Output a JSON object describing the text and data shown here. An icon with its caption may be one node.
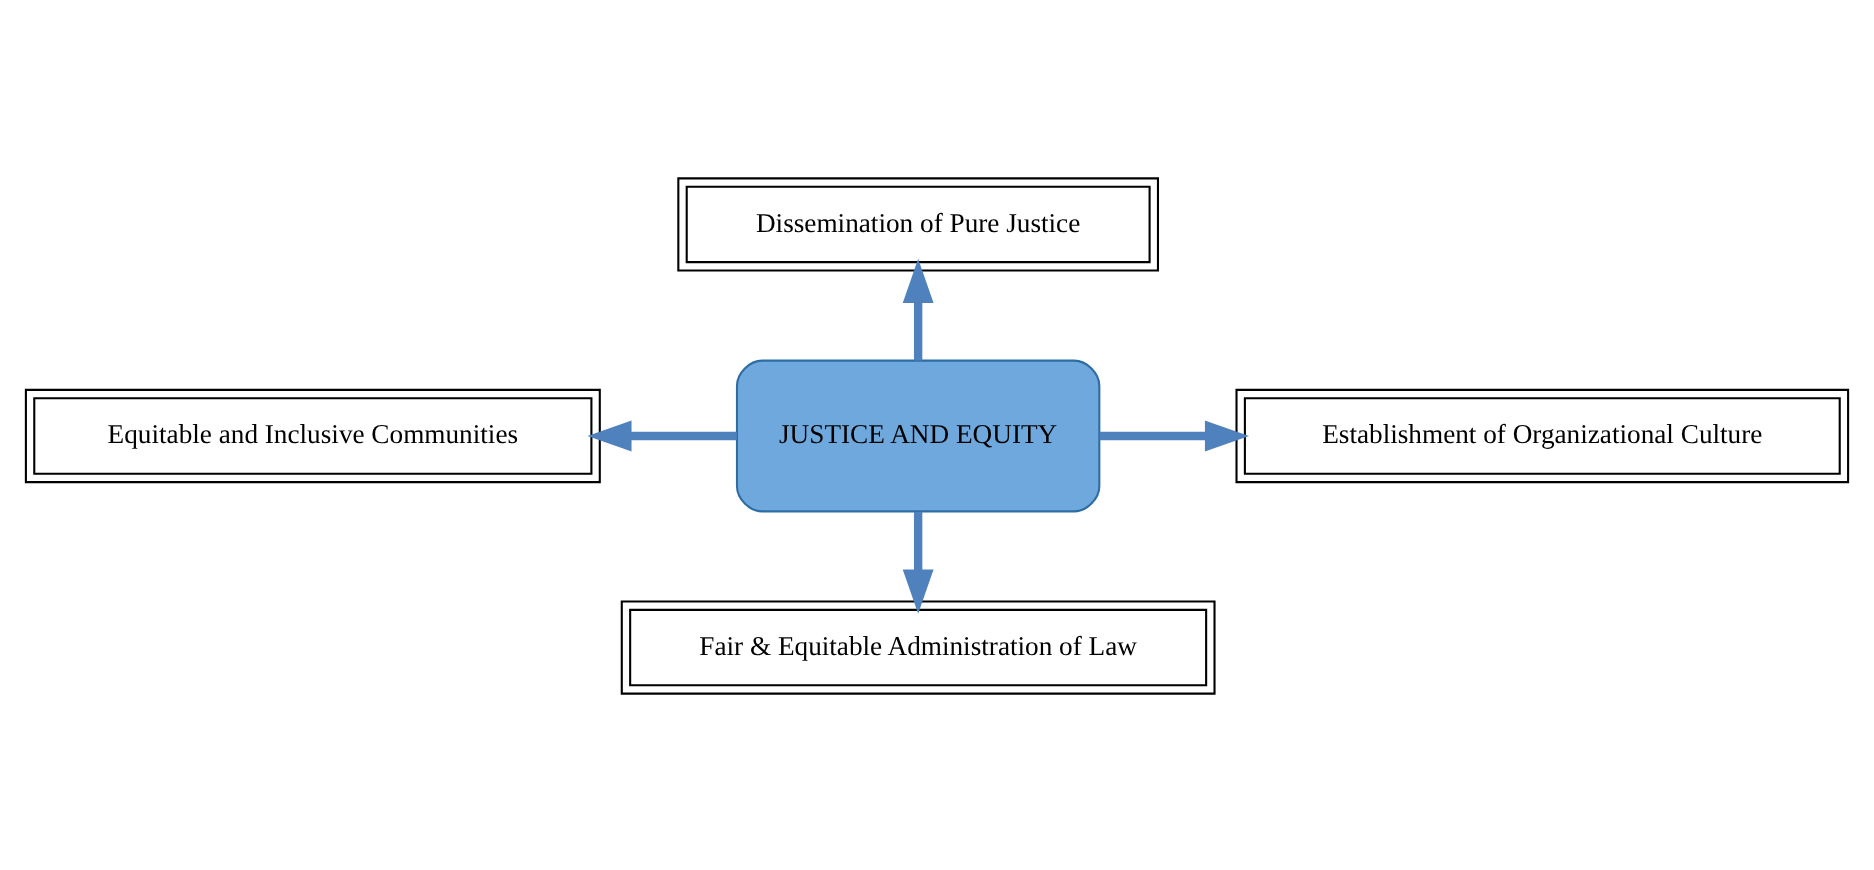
{
  "diagram": {
    "nodes": [
      {
        "text": [
          "Dissemination of Pure Justice"
        ]
      },
      {
        "text": [
          "Equitable and Inclusive Communities"
        ]
      },
      {
        "text": [
          "JUSTICE AND EQUITY"
        ]
      },
      {
        "text": [
          "Establishment of Organizational Culture"
        ]
      },
      {
        "text": [
          "Fair & Equitable Administration of Law"
        ]
      }
    ],
    "edges": [
      {
        "from": 2,
        "to": 0,
        "arrow": "to"
      },
      {
        "from": 2,
        "to": 1,
        "arrow": "to"
      },
      {
        "from": 2,
        "to": 3,
        "arrow": "to"
      },
      {
        "from": 2,
        "to": 4,
        "arrow": "to"
      }
    ]
  }
}
